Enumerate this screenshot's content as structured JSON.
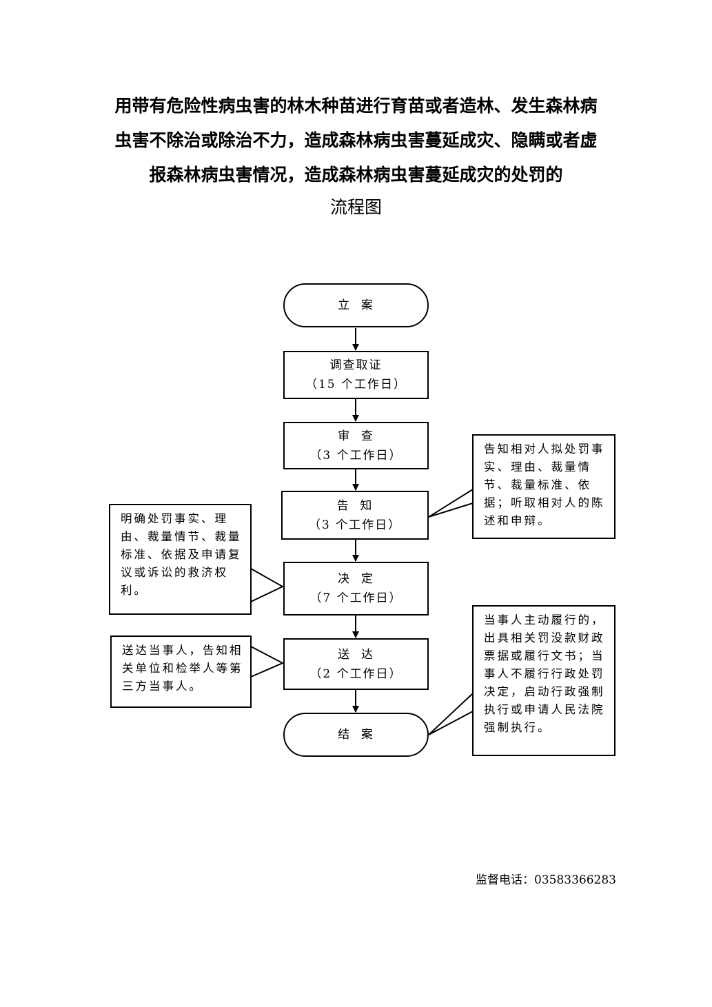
{
  "title": {
    "lines": [
      "用带有危险性病虫害的林木种苗进行育苗或者造林、发生森林病",
      "虫害不除治或除治不力，造成森林病虫害蔓延成灾、隐瞒或者虚",
      "报森林病虫害情况，造成森林病虫害蔓延成灾的处罚的"
    ],
    "subtitle": "流程图"
  },
  "flow": {
    "start": {
      "label": "立  案"
    },
    "investigate": {
      "label": "调查取证",
      "duration": "（15 个工作日）"
    },
    "review": {
      "label": "审  查",
      "duration": "（3 个工作日）"
    },
    "notify": {
      "label": "告  知",
      "duration": "（3 个工作日）"
    },
    "decide": {
      "label": "决  定",
      "duration": "（7 个工作日）"
    },
    "deliver": {
      "label": "送  达",
      "duration": "（2 个工作日）"
    },
    "end": {
      "label": "结  案"
    }
  },
  "notes": {
    "notify_note": "告知相对人拟处罚事实、理由、裁量情节、裁量标准、依据；听取相对人的陈述和申辩。",
    "decide_note": "明确处罚事实、理由、裁量情节、裁量标准、依据及申请复议或诉讼的救济权利。",
    "deliver_note": "送达当事人，告知相关单位和检举人等第三方当事人。",
    "end_note": "当事人主动履行的，出具相关罚没款财政票据或履行文书；当事人不履行行政处罚决定，启动行政强制执行或申请人民法院强制执行。"
  },
  "footer": {
    "supervision_phone": "监督电话：03583366283"
  }
}
